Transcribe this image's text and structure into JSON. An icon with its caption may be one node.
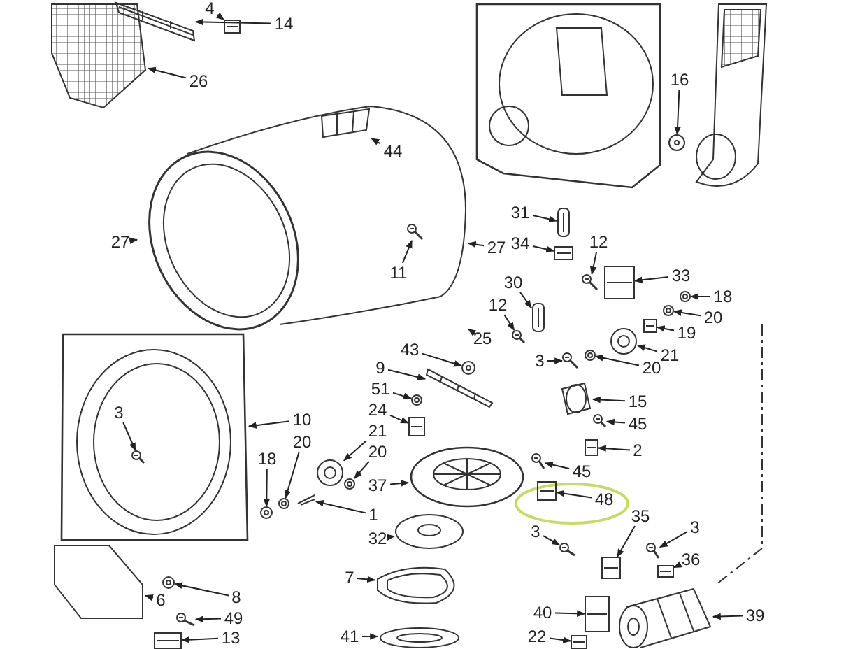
{
  "diagram": {
    "nodes": [
      {
        "text": [],
        "shape": "picture"
      },
      {
        "text": [],
        "shape": "picture"
      },
      {
        "text": [],
        "shape": "picture"
      },
      {
        "text": [],
        "shape": "picture"
      },
      {
        "text": [],
        "shape": "picture",
        "in": 3
      },
      {
        "text": [],
        "shape": "picture",
        "in": 3
      },
      {
        "text": [],
        "shape": "picture"
      },
      {
        "text": [],
        "shape": "picture"
      },
      {
        "text": [],
        "shape": "picture"
      },
      {
        "text": [],
        "shape": "picture"
      },
      {
        "text": [],
        "shape": "picture"
      },
      {
        "text": [],
        "shape": "picture"
      },
      {
        "text": [],
        "shape": "picture"
      },
      {
        "text": [],
        "shape": "picture"
      },
      {
        "text": [],
        "shape": "picture"
      },
      {
        "text": [],
        "shape": "picture"
      },
      {
        "text": [],
        "shape": "picture"
      },
      {
        "text": [],
        "shape": "picture"
      },
      {
        "text": [],
        "shape": "picture"
      },
      {
        "text": [],
        "shape": "picture"
      },
      {
        "text": [],
        "shape": "picture"
      },
      {
        "text": [],
        "shape": "picture"
      },
      {
        "text": [],
        "shape": "picture"
      },
      {
        "text": [],
        "shape": "picture"
      },
      {
        "text": [],
        "shape": "picture"
      },
      {
        "text": [],
        "shape": "picture"
      },
      {
        "text": [],
        "shape": "picture"
      },
      {
        "text": [],
        "shape": "picture"
      },
      {
        "text": [],
        "shape": "picture"
      },
      {
        "text": [],
        "shape": "picture",
        "in": 28
      },
      {
        "text": [],
        "shape": "picture"
      },
      {
        "text": [],
        "shape": "picture"
      },
      {
        "text": [],
        "shape": "picture"
      },
      {
        "text": [],
        "shape": "picture"
      },
      {
        "text": [],
        "shape": "picture"
      },
      {
        "text": [],
        "shape": "picture"
      },
      {
        "text": [],
        "shape": "picture"
      },
      {
        "text": [],
        "shape": "picture"
      },
      {
        "text": [],
        "shape": "picture"
      },
      {
        "text": [],
        "shape": "picture"
      },
      {
        "text": [],
        "shape": "picture"
      },
      {
        "text": [],
        "shape": "picture"
      },
      {
        "text": [],
        "shape": "picture"
      },
      {
        "text": [],
        "shape": "picture"
      },
      {
        "text": [],
        "shape": "picture"
      },
      {
        "text": [],
        "shape": "picture"
      },
      {
        "text": [],
        "shape": "picture"
      },
      {
        "text": [],
        "shape": "picture"
      },
      {
        "text": [],
        "shape": "picture"
      },
      {
        "text": [],
        "shape": "picture"
      },
      {
        "text": [],
        "shape": "picture"
      },
      {
        "text": [],
        "shape": "picture"
      },
      {
        "text": [
          "4"
        ]
      },
      {
        "text": [
          "14"
        ]
      },
      {
        "text": [
          "26"
        ]
      },
      {
        "text": [
          "44"
        ],
        "in": 3
      },
      {
        "text": [
          "27"
        ]
      },
      {
        "text": [
          "11"
        ],
        "in": 3
      },
      {
        "text": [
          "16"
        ]
      },
      {
        "text": [
          "31"
        ]
      },
      {
        "text": [
          "34"
        ]
      },
      {
        "text": [
          "12"
        ]
      },
      {
        "text": [
          "27"
        ]
      },
      {
        "text": [
          "33"
        ]
      },
      {
        "text": [
          "18"
        ]
      },
      {
        "text": [
          "20"
        ]
      },
      {
        "text": [
          "30"
        ]
      },
      {
        "text": [
          "12"
        ]
      },
      {
        "text": [
          "25"
        ]
      },
      {
        "text": [
          "19"
        ]
      },
      {
        "text": [
          "21"
        ]
      },
      {
        "text": [
          "20"
        ]
      },
      {
        "text": [
          "3"
        ]
      },
      {
        "text": [
          "43"
        ]
      },
      {
        "text": [
          "9"
        ]
      },
      {
        "text": [
          "51"
        ]
      },
      {
        "text": [
          "24"
        ]
      },
      {
        "text": [
          "21"
        ]
      },
      {
        "text": [
          "20"
        ]
      },
      {
        "text": [
          "37"
        ]
      },
      {
        "text": [
          "10"
        ]
      },
      {
        "text": [
          "20"
        ]
      },
      {
        "text": [
          "18"
        ]
      },
      {
        "text": [
          "3"
        ],
        "in": 28
      },
      {
        "text": [
          "1"
        ]
      },
      {
        "text": [
          "32"
        ]
      },
      {
        "text": [
          "15"
        ]
      },
      {
        "text": [
          "45"
        ]
      },
      {
        "text": [
          "2"
        ]
      },
      {
        "text": [
          "45"
        ]
      },
      {
        "text": [
          "48"
        ]
      },
      {
        "text": [
          "35"
        ]
      },
      {
        "text": [
          "3"
        ]
      },
      {
        "text": [
          "3"
        ]
      },
      {
        "text": [
          "36"
        ]
      },
      {
        "text": [
          "7"
        ]
      },
      {
        "text": [
          "8"
        ]
      },
      {
        "text": [
          "6"
        ]
      },
      {
        "text": [
          "49"
        ]
      },
      {
        "text": [
          "40"
        ]
      },
      {
        "text": [
          "39"
        ]
      },
      {
        "text": [
          "41"
        ]
      },
      {
        "text": [
          "22"
        ]
      },
      {
        "text": [
          "13"
        ]
      }
    ],
    "edges": [
      {
        "from": 52,
        "to": 2,
        "arrow": "to"
      },
      {
        "from": 53,
        "to": 1,
        "arrow": "to"
      },
      {
        "from": 54,
        "to": 0,
        "arrow": "to"
      },
      {
        "from": 55,
        "to": 4,
        "arrow": "to"
      },
      {
        "from": 56,
        "to": 3,
        "arrow": "to"
      },
      {
        "from": 57,
        "to": 5,
        "arrow": "to"
      },
      {
        "from": 58,
        "to": 7,
        "arrow": "to"
      },
      {
        "from": 59,
        "to": 9,
        "arrow": "to"
      },
      {
        "from": 60,
        "to": 10,
        "arrow": "to"
      },
      {
        "from": 61,
        "to": 11,
        "arrow": "to"
      },
      {
        "from": 62,
        "to": 3,
        "arrow": "to"
      },
      {
        "from": 63,
        "to": 12,
        "arrow": "to"
      },
      {
        "from": 64,
        "to": 13,
        "arrow": "to"
      },
      {
        "from": 65,
        "to": 14,
        "arrow": "to"
      },
      {
        "from": 66,
        "to": 18,
        "arrow": "to"
      },
      {
        "from": 67,
        "to": 19,
        "arrow": "to"
      },
      {
        "from": 68,
        "to": 3,
        "arrow": "to"
      },
      {
        "from": 69,
        "to": 15,
        "arrow": "to"
      },
      {
        "from": 70,
        "to": 16,
        "arrow": "to"
      },
      {
        "from": 71,
        "to": 17,
        "arrow": "to"
      },
      {
        "from": 72,
        "to": 20,
        "arrow": "to"
      },
      {
        "from": 73,
        "to": 21,
        "arrow": "to"
      },
      {
        "from": 74,
        "to": 22,
        "arrow": "to"
      },
      {
        "from": 75,
        "to": 23,
        "arrow": "to"
      },
      {
        "from": 76,
        "to": 24,
        "arrow": "to"
      },
      {
        "from": 77,
        "to": 26,
        "arrow": "to"
      },
      {
        "from": 78,
        "to": 27,
        "arrow": "to"
      },
      {
        "from": 79,
        "to": 25,
        "arrow": "to"
      },
      {
        "from": 80,
        "to": 28,
        "arrow": "to"
      },
      {
        "from": 81,
        "to": 31,
        "arrow": "to"
      },
      {
        "from": 82,
        "to": 32,
        "arrow": "to"
      },
      {
        "from": 83,
        "to": 29,
        "arrow": "to"
      },
      {
        "from": 84,
        "to": 30,
        "arrow": "to"
      },
      {
        "from": 85,
        "to": 33,
        "arrow": "to"
      },
      {
        "from": 86,
        "to": 34,
        "arrow": "to"
      },
      {
        "from": 87,
        "to": 35,
        "arrow": "to"
      },
      {
        "from": 88,
        "to": 36,
        "arrow": "to"
      },
      {
        "from": 89,
        "to": 37,
        "arrow": "to"
      },
      {
        "from": 90,
        "to": 38,
        "arrow": "to"
      },
      {
        "from": 91,
        "to": 41,
        "arrow": "to"
      },
      {
        "from": 92,
        "to": 39,
        "arrow": "to"
      },
      {
        "from": 93,
        "to": 40,
        "arrow": "to"
      },
      {
        "from": 94,
        "to": 42,
        "arrow": "to"
      },
      {
        "from": 95,
        "to": 43,
        "arrow": "to"
      },
      {
        "from": 96,
        "to": 44,
        "arrow": "to"
      },
      {
        "from": 97,
        "to": 45,
        "arrow": "to"
      },
      {
        "from": 98,
        "to": 46,
        "arrow": "to"
      },
      {
        "from": 99,
        "to": 49,
        "arrow": "to"
      },
      {
        "from": 100,
        "to": 50,
        "arrow": "to"
      },
      {
        "from": 101,
        "to": 48,
        "arrow": "to"
      },
      {
        "from": 102,
        "to": 51,
        "arrow": "to"
      },
      {
        "from": 103,
        "to": 47,
        "arrow": "to"
      }
    ]
  }
}
